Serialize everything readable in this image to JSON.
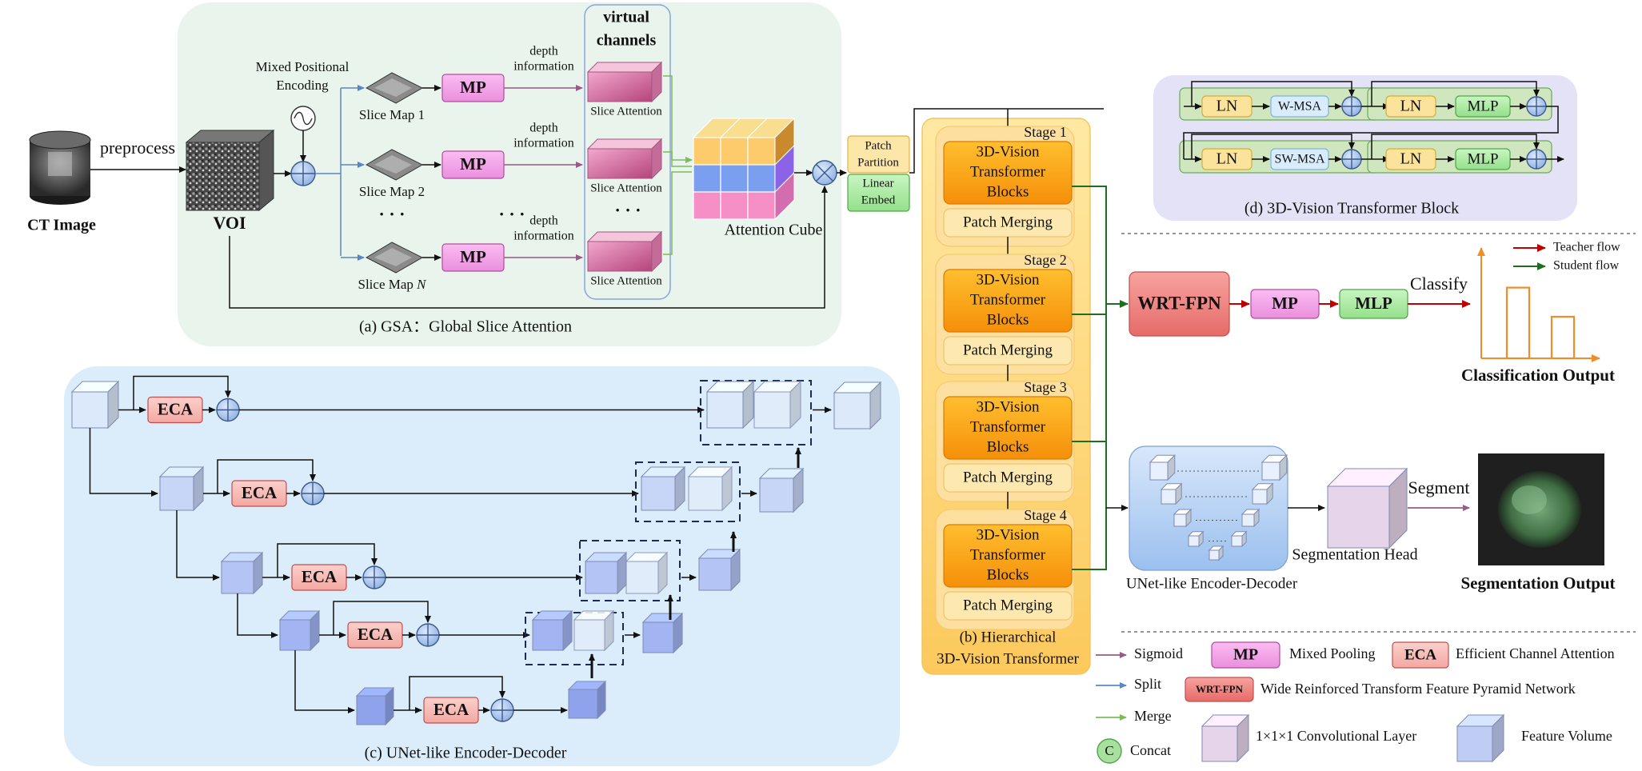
{
  "input": {
    "ct_label": "CT Image",
    "preprocess": "preprocess",
    "voi": "VOI"
  },
  "gsa": {
    "caption": "(a) GSA：Global Slice Attention",
    "mpe_line1": "Mixed Positional",
    "mpe_line2": "Encoding",
    "slice_map_prefix": "Slice Map",
    "slice_maps": [
      "1",
      "2",
      "N"
    ],
    "mp": "MP",
    "depth_line1": "depth",
    "depth_line2": "information",
    "virtual_line1": "virtual",
    "virtual_line2": "channels",
    "slice_attention": "Slice Attention",
    "ellipsis": "· · ·",
    "attention_cube": "Attention Cube"
  },
  "patch": {
    "partition_line1": "Patch",
    "partition_line2": "Partition",
    "embed_line1": "Linear",
    "embed_line2": "Embed"
  },
  "transformer": {
    "caption_line1": "(b) Hierarchical",
    "caption_line2": "3D-Vision Transformer",
    "stages": [
      "Stage 1",
      "Stage 2",
      "Stage 3",
      "Stage 4"
    ],
    "block_line1": "3D-Vision",
    "block_line2": "Transformer",
    "block_line3": "Blocks",
    "merging": "Patch Merging"
  },
  "block_detail": {
    "caption": "(d) 3D-Vision Transformer Block",
    "ln": "LN",
    "wmsa": "W-MSA",
    "swmsa": "SW-MSA",
    "mlp": "MLP"
  },
  "classification": {
    "wrt": "WRT-FPN",
    "mp": "MP",
    "mlp": "MLP",
    "classify": "Classify",
    "teacher": "Teacher flow",
    "student": "Student flow",
    "output": "Classification Output",
    "bar_values": [
      0.68,
      0.4
    ]
  },
  "segmentation": {
    "unet_label": "UNet-like Encoder-Decoder",
    "head_label": "Segmentation Head",
    "segment": "Segment",
    "output": "Segmentation Output"
  },
  "unet": {
    "caption": "(c) UNet-like Encoder-Decoder",
    "eca": "ECA"
  },
  "legend": {
    "sigmoid": "Sigmoid",
    "split": "Split",
    "merge": "Merge",
    "concat_symbol": "C",
    "concat": "Concat",
    "mp": "MP",
    "mp_desc": "Mixed Pooling",
    "eca": "ECA",
    "eca_desc": "Efficient Channel Attention",
    "wrt": "WRT-FPN",
    "wrt_desc": "Wide Reinforced Transform Feature Pyramid Network",
    "conv_desc": "1×1×1 Convolutional Layer",
    "feature_desc": "Feature Volume"
  },
  "colors": {
    "sigmoid": "#9a5a86",
    "split": "#5b86c5",
    "merge": "#7dbb58",
    "teacher": "#c00000",
    "student": "#1f6e1f",
    "chart": "#f28c28"
  }
}
